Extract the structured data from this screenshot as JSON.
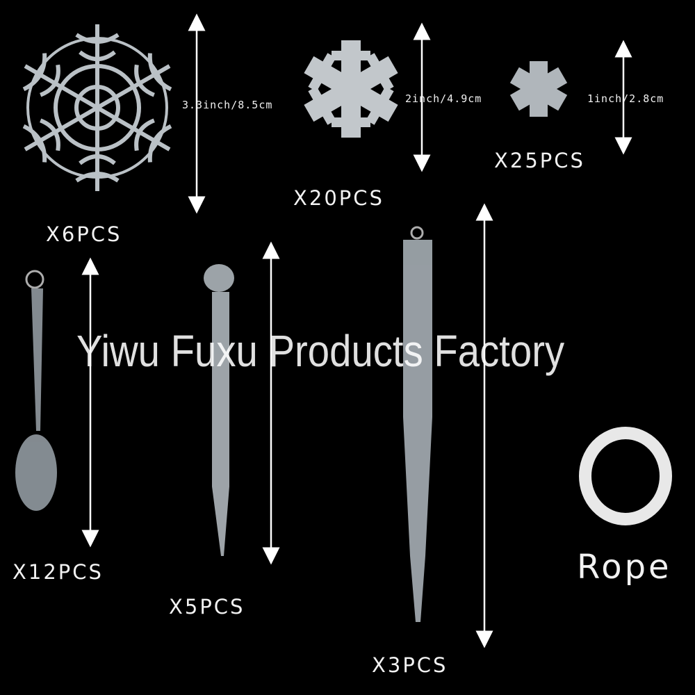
{
  "watermark": "Yiwu Fuxu Products Factory",
  "items": {
    "large_snowflake": {
      "size": "3.3inch/8.5cm",
      "qty": "X6PCS"
    },
    "medium_snowflake": {
      "size": "2inch/4.9cm",
      "qty": "X20PCS"
    },
    "small_snowflake": {
      "size": "1inch/2.8cm",
      "qty": "X25PCS"
    },
    "spoon_drop": {
      "qty": "X12PCS"
    },
    "twisted_icicle": {
      "qty": "X5PCS"
    },
    "long_icicle": {
      "qty": "X3PCS"
    },
    "rope": {
      "label": "Rope"
    }
  },
  "colors": {
    "background": "#000000",
    "text": "#f2f2f2",
    "ornament": "#d8dde2"
  }
}
